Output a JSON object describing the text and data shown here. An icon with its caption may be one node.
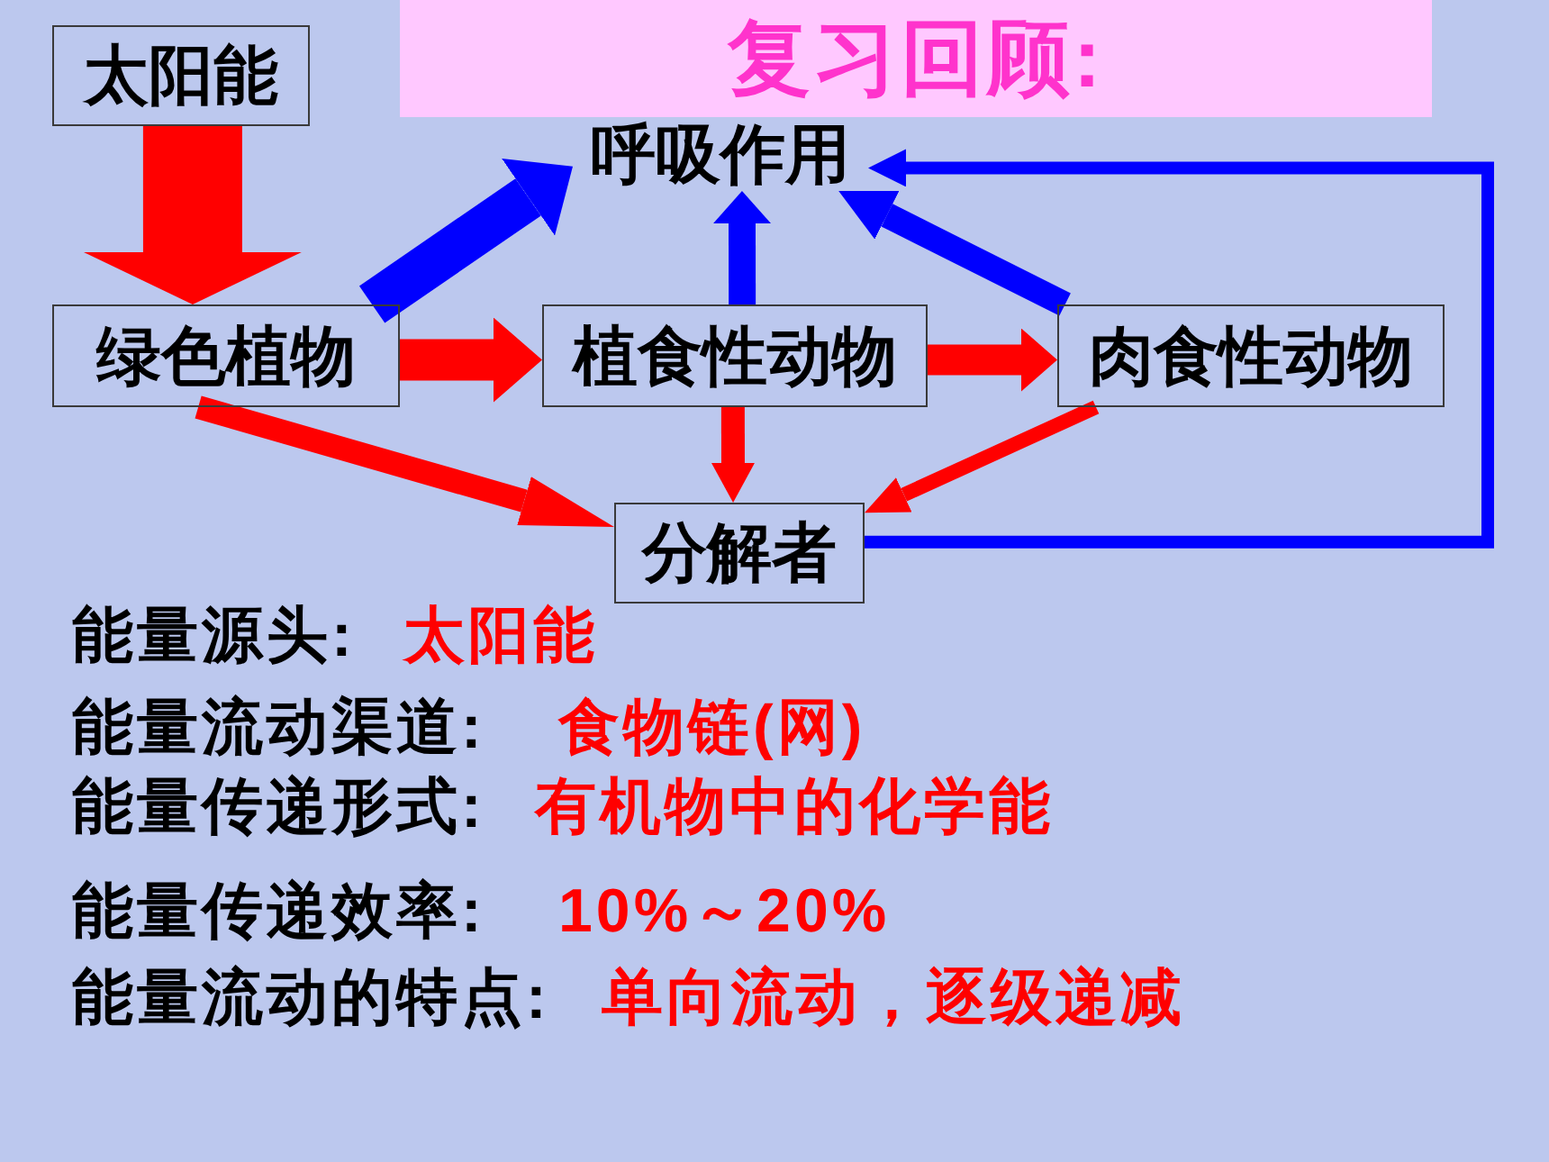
{
  "diagram": {
    "title": "复习回顾:",
    "nodes": [
      {
        "text": [
          "太阳能"
        ]
      },
      {
        "text": [
          "呼吸作用"
        ]
      },
      {
        "text": [
          "绿色植物"
        ]
      },
      {
        "text": [
          "植食性动物"
        ]
      },
      {
        "text": [
          "肉食性动物"
        ]
      },
      {
        "text": [
          "分解者"
        ]
      }
    ],
    "edges": [
      {
        "from": 0,
        "to": 2,
        "arrow": "to",
        "style": "thick"
      },
      {
        "from": 2,
        "to": 1,
        "arrow": "to",
        "color": "#0000ff"
      },
      {
        "from": 3,
        "to": 1,
        "arrow": "to",
        "color": "#0000ff"
      },
      {
        "from": 4,
        "to": 1,
        "arrow": "to",
        "color": "#0000ff"
      },
      {
        "from": 5,
        "to": 1,
        "arrow": "to",
        "color": "#0000ff"
      },
      {
        "from": 2,
        "to": 3,
        "arrow": "to"
      },
      {
        "from": 3,
        "to": 4,
        "arrow": "to"
      },
      {
        "from": 2,
        "to": 5,
        "arrow": "to"
      },
      {
        "from": 3,
        "to": 5,
        "arrow": "to"
      },
      {
        "from": 4,
        "to": 5,
        "arrow": "to"
      }
    ],
    "labels": [
      "能量源头:",
      "太阳能",
      "能量流动渠道:",
      "食物链(网)",
      "能量传递形式:",
      "有机物中的化学能",
      "能量传递效率:",
      "10%～20%",
      "能量流动的特点:",
      "单向流动，逐级递减"
    ]
  }
}
